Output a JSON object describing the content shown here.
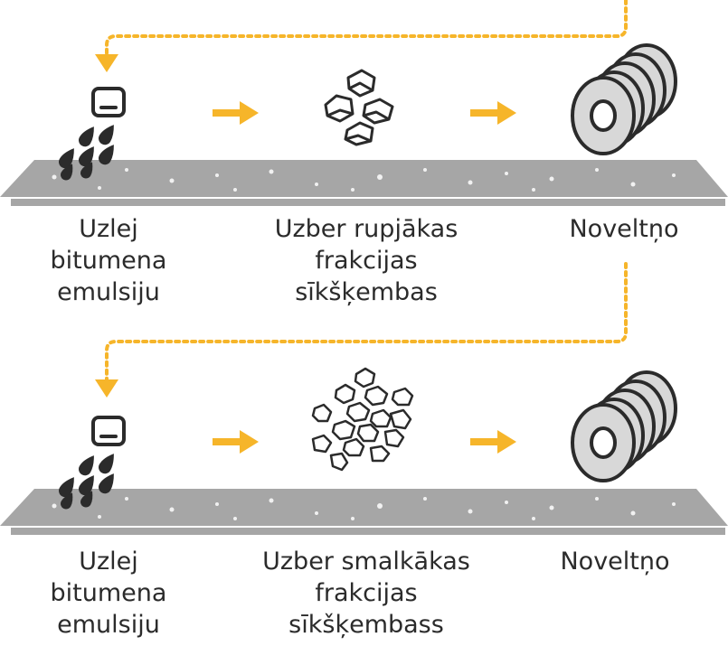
{
  "colors": {
    "accent": "#f6b52a",
    "road": "#a6a6a6",
    "road_edge": "#8a8a8a",
    "ink": "#2b2b2b",
    "roller_face": "#d8d8d8"
  },
  "icons": [
    "sprayer-icon",
    "bitumen-drops-icon",
    "arrow-right-icon",
    "coarse-chips-icon",
    "fine-chips-icon",
    "roller-icon",
    "dotted-loop-arrow"
  ],
  "rows": [
    {
      "steps": [
        {
          "lines": [
            "Uzlej",
            "bitumena",
            "emulsiju"
          ]
        },
        {
          "lines": [
            "Uzber rupjākas",
            "frakcijas",
            "sīkšķembas"
          ]
        },
        {
          "lines": [
            "Noveltņo"
          ]
        }
      ]
    },
    {
      "steps": [
        {
          "lines": [
            "Uzlej",
            "bitumena",
            "emulsiju"
          ]
        },
        {
          "lines": [
            "Uzber smalkākas",
            "frakcijas",
            "sīkšķembass"
          ]
        },
        {
          "lines": [
            "Noveltņo"
          ]
        }
      ]
    }
  ]
}
